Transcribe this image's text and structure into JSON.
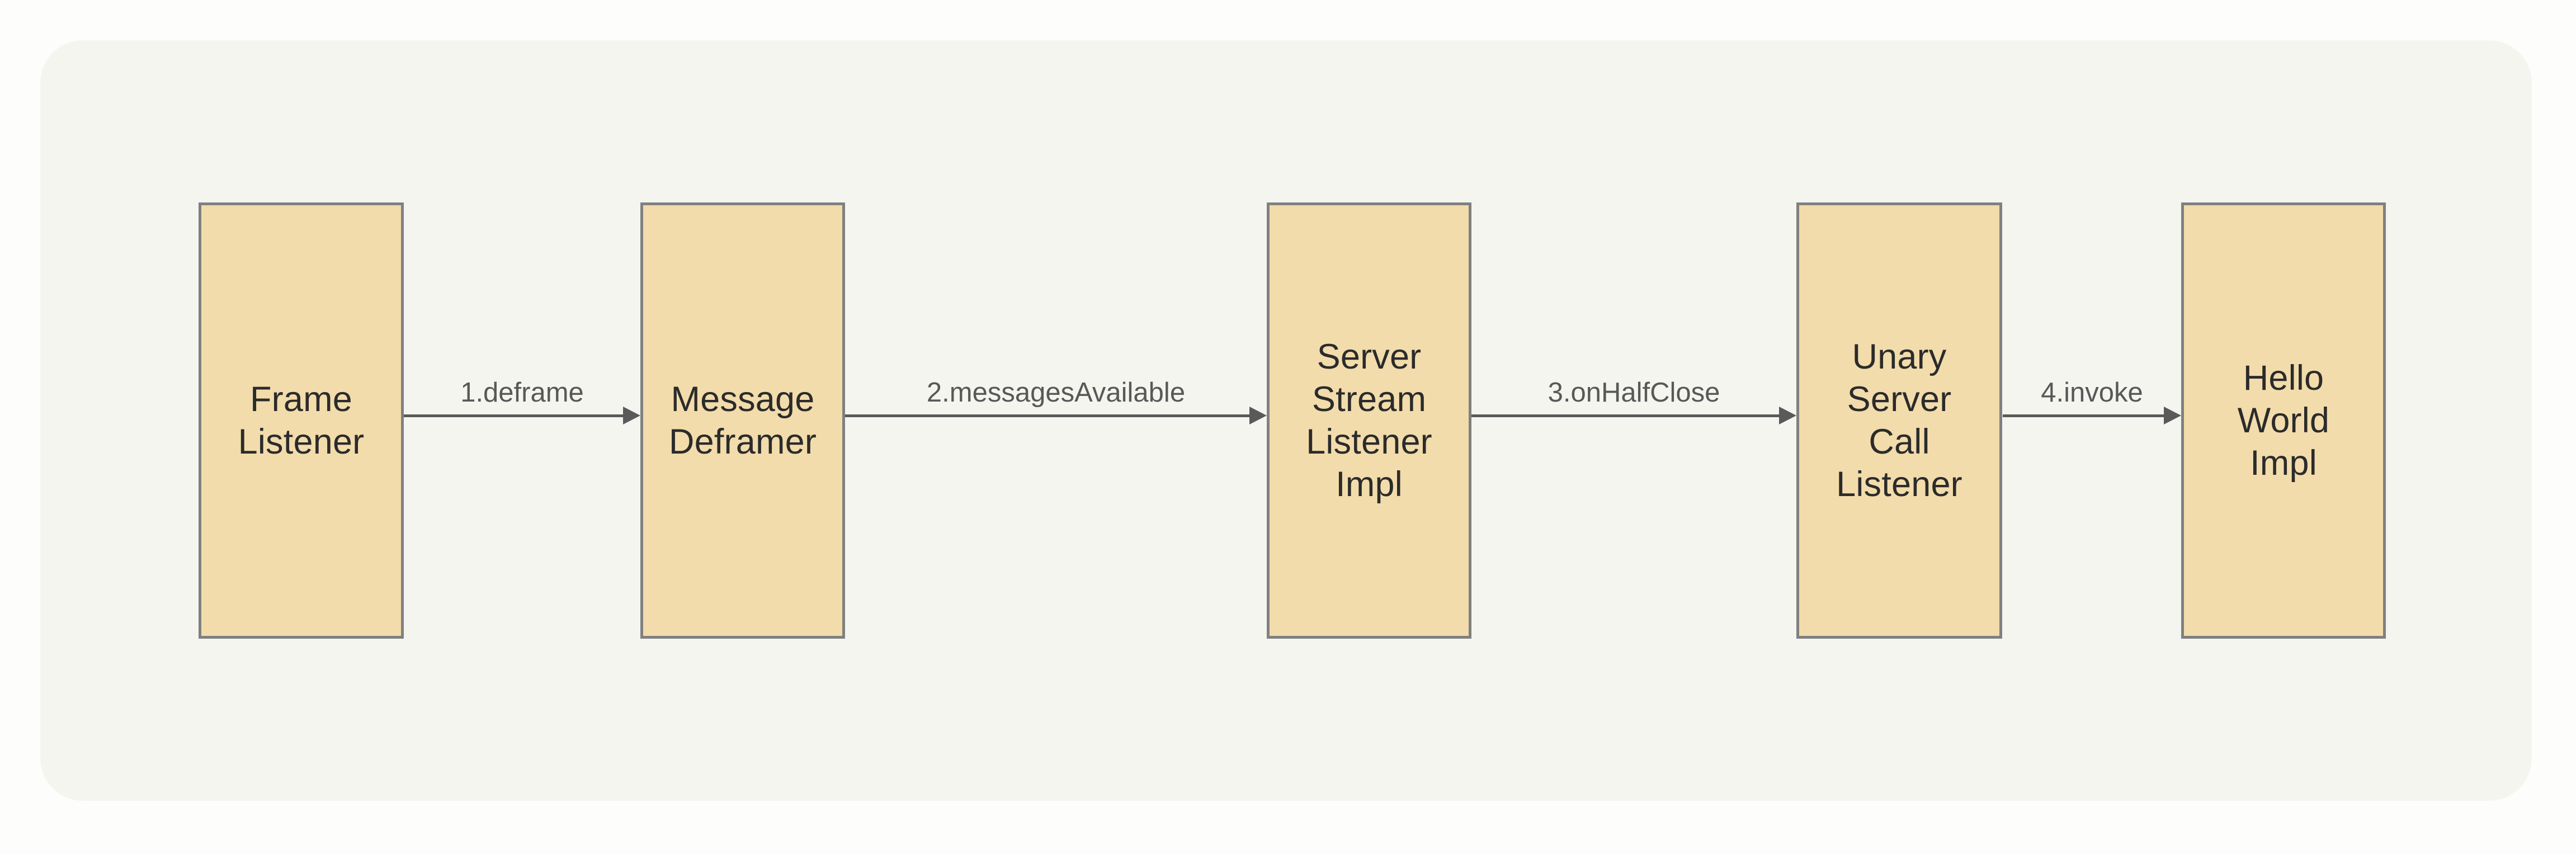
{
  "diagram": {
    "background_color": "#fdfdfc",
    "panel_color": "#f5f5f0",
    "node_fill_color": "#f2dcab",
    "node_border_color": "#808080",
    "node_text_color": "#2b2b2b",
    "edge_color": "#5a5a5a",
    "edge_label_color": "#585858",
    "nodes": [
      {
        "id": "frame-listener",
        "label": "Frame\nListener"
      },
      {
        "id": "message-deframer",
        "label": "Message\nDeframer"
      },
      {
        "id": "server-stream-listener-impl",
        "label": "Server\nStream\nListener\nImpl"
      },
      {
        "id": "unary-server-call-listener",
        "label": "Unary\nServer\nCall\nListener"
      },
      {
        "id": "hello-world-impl",
        "label": "Hello\nWorld\nImpl"
      }
    ],
    "edges": [
      {
        "id": "edge-1",
        "label": "1.deframe",
        "from": "frame-listener",
        "to": "message-deframer"
      },
      {
        "id": "edge-2",
        "label": "2.messagesAvailable",
        "from": "message-deframer",
        "to": "server-stream-listener-impl"
      },
      {
        "id": "edge-3",
        "label": "3.onHalfClose",
        "from": "server-stream-listener-impl",
        "to": "unary-server-call-listener"
      },
      {
        "id": "edge-4",
        "label": "4.invoke",
        "from": "unary-server-call-listener",
        "to": "hello-world-impl"
      }
    ]
  }
}
